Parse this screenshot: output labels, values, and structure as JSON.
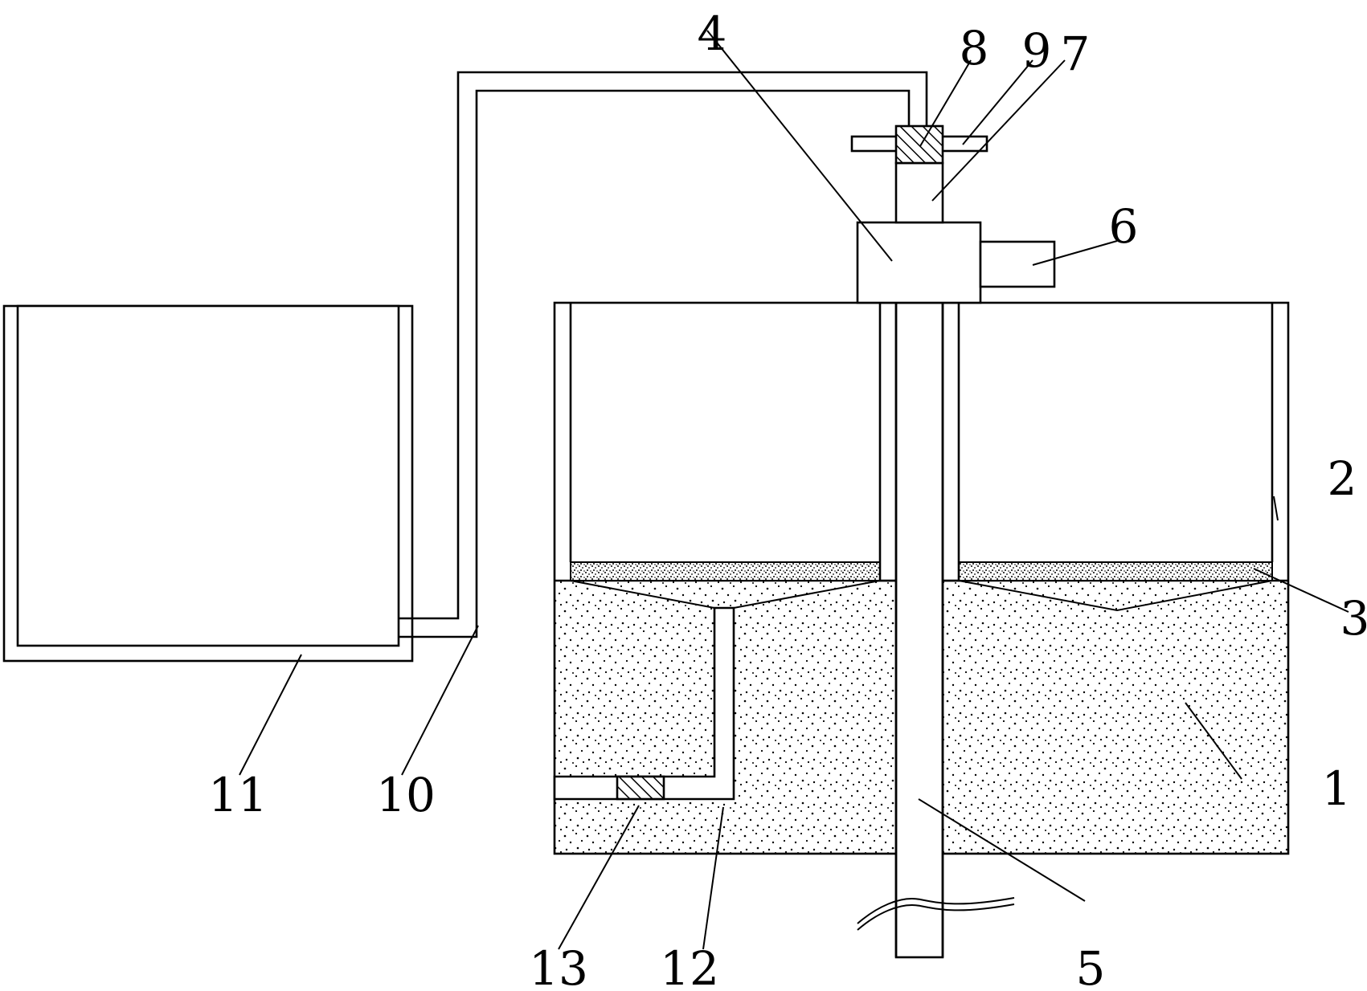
{
  "labels": [
    "1",
    "2",
    "3",
    "4",
    "5",
    "6",
    "7",
    "8",
    "9",
    "10",
    "11",
    "12",
    "13"
  ]
}
